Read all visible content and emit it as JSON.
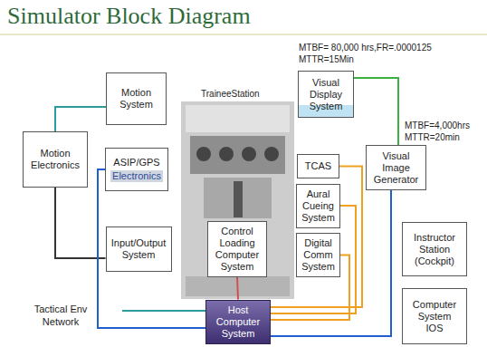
{
  "diagram": {
    "title": "Simulator Block Diagram",
    "nodes": [
      {
        "text": [
          "Motion System"
        ]
      },
      {
        "text": [
          "Visual Display System"
        ]
      },
      {
        "text": [
          "Motion Electronics"
        ]
      },
      {
        "text": [
          "ASIP/GPS",
          "Electronics"
        ]
      },
      {
        "text": [
          "TCAS"
        ]
      },
      {
        "text": [
          "Visual Image Generator"
        ]
      },
      {
        "text": [
          "Aural Cueing System"
        ]
      },
      {
        "text": [
          "Control Loading Computer System"
        ]
      },
      {
        "text": [
          "Input/Output System"
        ]
      },
      {
        "text": [
          "Digital Comm System"
        ]
      },
      {
        "text": [
          "Instructor Station (Cockpit)"
        ]
      },
      {
        "text": [
          "Host Computer System"
        ]
      },
      {
        "text": [
          "Computer System",
          "IOS"
        ]
      }
    ],
    "edges": [
      {
        "from": 2,
        "to": 0,
        "arrow": "none"
      },
      {
        "from": 2,
        "to": 8,
        "arrow": "none"
      },
      {
        "from": 3,
        "to": 11,
        "arrow": "none"
      },
      {
        "from": 1,
        "to": 5,
        "arrow": "none"
      },
      {
        "from": 5,
        "to": 11,
        "arrow": "none"
      },
      {
        "from": 4,
        "to": 11,
        "arrow": "none"
      },
      {
        "from": 6,
        "to": 11,
        "arrow": "none"
      },
      {
        "from": 9,
        "to": 11,
        "arrow": "none"
      },
      {
        "from": 7,
        "to": 11,
        "arrow": "none"
      }
    ],
    "labels": [
      "TraineeStation",
      "MTBF= 80,000 hrs,FR=.0000125",
      "MTTR=15Min",
      "MTBF=4,000hrs",
      "MTTR=20min",
      "Tactical Env Network"
    ]
  }
}
